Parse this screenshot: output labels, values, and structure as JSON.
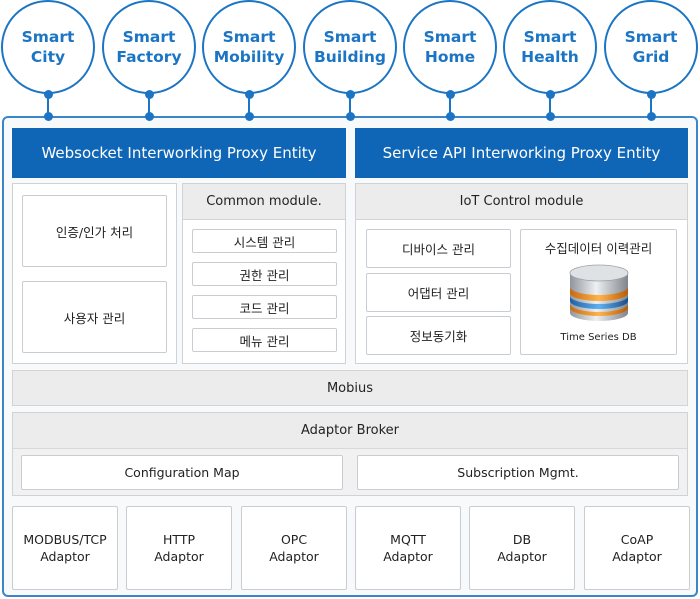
{
  "top_circles": [
    "Smart\nCity",
    "Smart\nFactory",
    "Smart\nMobility",
    "Smart\nBuilding",
    "Smart\nHome",
    "Smart\nHealth",
    "Smart\nGrid"
  ],
  "headers": {
    "websocket": "Websocket Interworking Proxy Entity",
    "service_api": "Service API Interworking Proxy Entity"
  },
  "left_panel": {
    "auth": "인증/인가 처리",
    "user": "사용자 관리"
  },
  "common_module": {
    "title": "Common module.",
    "items": [
      "시스템 관리",
      "권한 관리",
      "코드 관리",
      "메뉴 관리"
    ]
  },
  "iot_module": {
    "title": "IoT Control module",
    "items": [
      "디바이스 관리",
      "어댑터 관리",
      "정보동기화"
    ],
    "history_title": "수집데이터 이력관리",
    "db_label": "Time Series DB"
  },
  "mobius": "Mobius",
  "adaptor_broker": "Adaptor Broker",
  "broker_items": [
    "Configuration Map",
    "Subscription Mgmt."
  ],
  "adaptors": [
    "MODBUS/TCP\nAdaptor",
    "HTTP\nAdaptor",
    "OPC\nAdaptor",
    "MQTT\nAdaptor",
    "DB\nAdaptor",
    "CoAP\nAdaptor"
  ],
  "colors": {
    "brand_blue": "#0f66b6",
    "line_blue": "#1b75c4"
  }
}
